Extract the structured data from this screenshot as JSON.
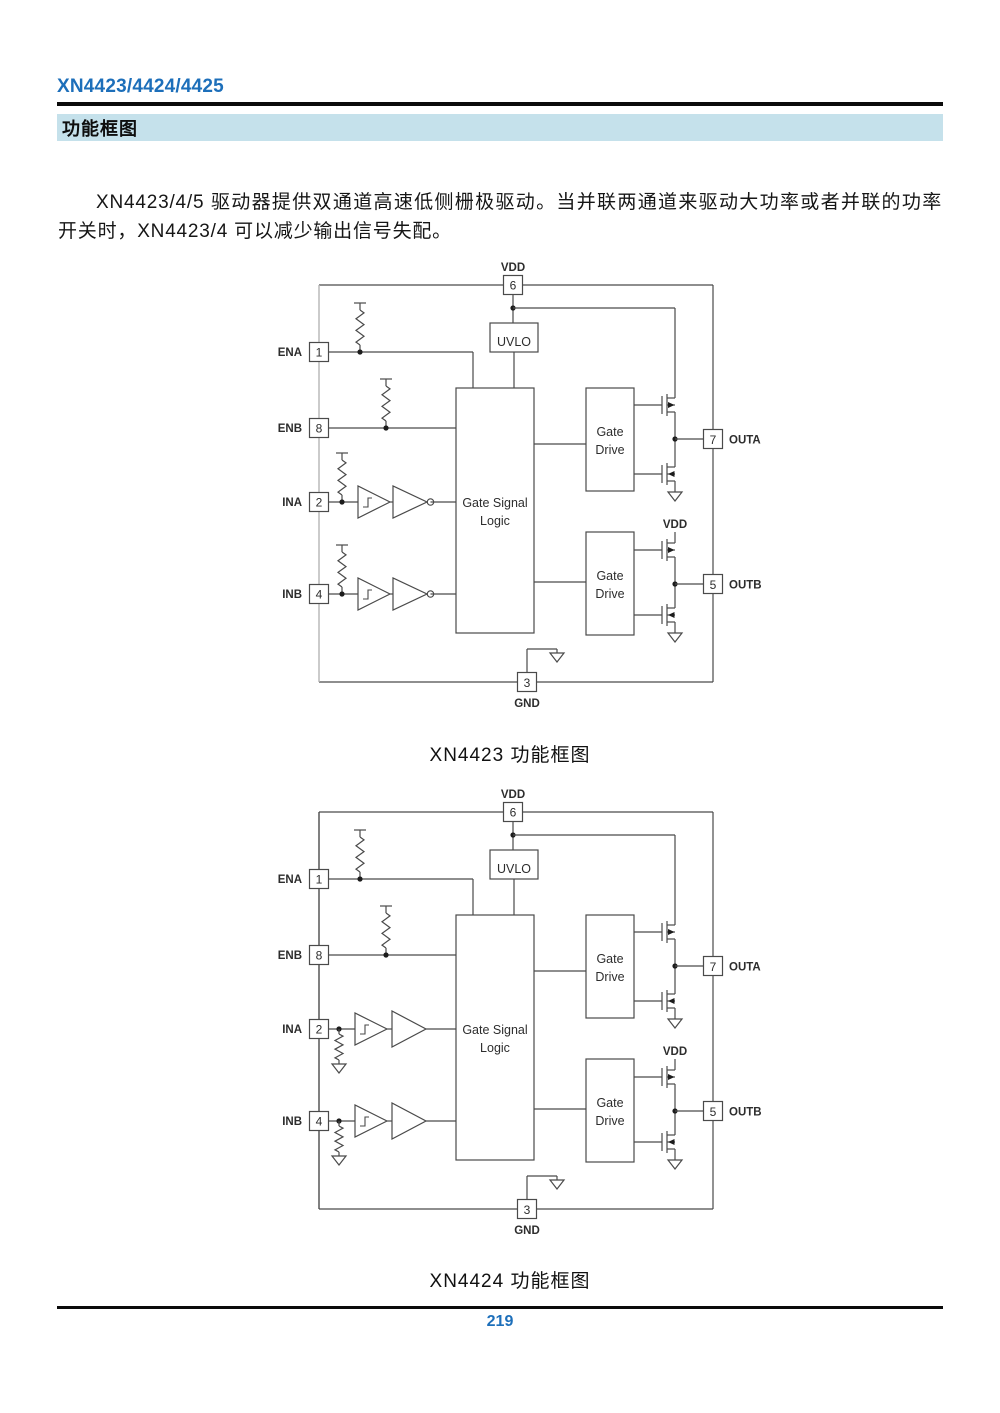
{
  "header": {
    "title": "XN4423/4424/4425"
  },
  "section": {
    "title": "功能框图"
  },
  "intro": {
    "text": "XN4423/4/5 驱动器提供双通道高速低侧栅极驱动。当并联两通道来驱动大功率或者并联的功率开关时，XN4423/4 可以减少输出信号失配。"
  },
  "footer": {
    "page_number": "219"
  },
  "colors": {
    "accent": "#1d6fba",
    "section_bg": "#c5e1eb",
    "diagram_line": "#4a4a4a",
    "diagram_left_edge_gray": "#b5b5b5",
    "rule_black": "#0a0a0a"
  },
  "diagrams": [
    {
      "id": "xn4423",
      "caption": "XN4423 功能框图",
      "input_pull": "up",
      "input_inverting": true,
      "left_edge_color": "#b5b5b5",
      "blocks": {
        "uvlo": "UVLO",
        "gate_drive_a": [
          "Gate",
          "Drive"
        ],
        "gate_drive_b": [
          "Gate",
          "Drive"
        ],
        "gate_signal_logic": [
          "Gate Signal",
          "Logic"
        ]
      },
      "pins": {
        "ena": {
          "label": "ENA",
          "number": "1"
        },
        "enb": {
          "label": "ENB",
          "number": "8"
        },
        "ina": {
          "label": "INA",
          "number": "2"
        },
        "inb": {
          "label": "INB",
          "number": "4"
        },
        "vdd": {
          "label": "VDD",
          "number": "6"
        },
        "gnd": {
          "label": "GND",
          "number": "3"
        },
        "outa": {
          "label": "OUTA",
          "number": "7"
        },
        "outb": {
          "label": "OUTB",
          "number": "5"
        }
      },
      "internal_labels": {
        "vdd_mid": "VDD"
      }
    },
    {
      "id": "xn4424",
      "caption": "XN4424 功能框图",
      "input_pull": "down",
      "input_inverting": false,
      "left_edge_color": "#4a4a4a",
      "blocks": {
        "uvlo": "UVLO",
        "gate_drive_a": [
          "Gate",
          "Drive"
        ],
        "gate_drive_b": [
          "Gate",
          "Drive"
        ],
        "gate_signal_logic": [
          "Gate Signal",
          "Logic"
        ]
      },
      "pins": {
        "ena": {
          "label": "ENA",
          "number": "1"
        },
        "enb": {
          "label": "ENB",
          "number": "8"
        },
        "ina": {
          "label": "INA",
          "number": "2"
        },
        "inb": {
          "label": "INB",
          "number": "4"
        },
        "vdd": {
          "label": "VDD",
          "number": "6"
        },
        "gnd": {
          "label": "GND",
          "number": "3"
        },
        "outa": {
          "label": "OUTA",
          "number": "7"
        },
        "outb": {
          "label": "OUTB",
          "number": "5"
        }
      },
      "internal_labels": {
        "vdd_mid": "VDD"
      }
    }
  ]
}
